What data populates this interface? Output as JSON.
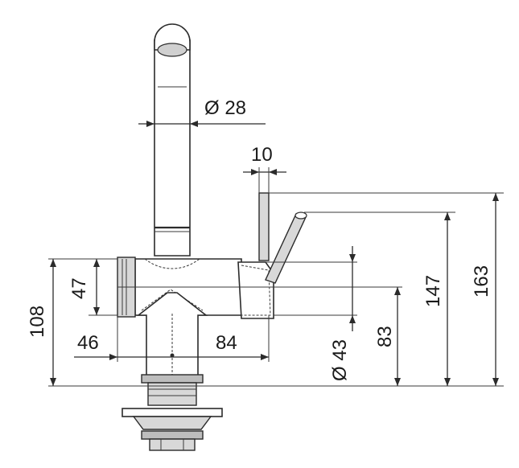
{
  "dimensions": {
    "spout_diameter": "Ø 28",
    "lever_width": "10",
    "body_height": "47",
    "total_body_height": "108",
    "left_offset": "46",
    "right_offset": "84",
    "body_diameter": "Ø 43",
    "body_center_height": "83",
    "lever_height": "147",
    "total_height": "163"
  }
}
